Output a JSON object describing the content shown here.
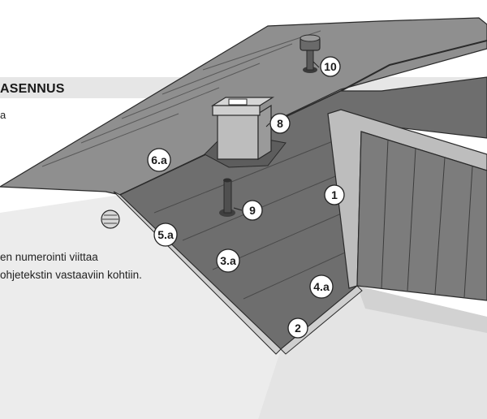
{
  "header": {
    "title": "ASENNUS",
    "subtitle": "a"
  },
  "caption": {
    "line1": "en numerointi viittaa",
    "line2": "ohjetekstin vastaaviin kohtiin."
  },
  "callouts": [
    "10",
    "8",
    "6.a",
    "1",
    "9",
    "5.a",
    "3.a",
    "4.a",
    "2"
  ],
  "colors": {
    "banner": "#e8e8e8",
    "roof_upper": "#909090",
    "roof_lower": "#6f6f6f",
    "wall": "#e2e2e2",
    "outline": "#2a2a2a"
  }
}
